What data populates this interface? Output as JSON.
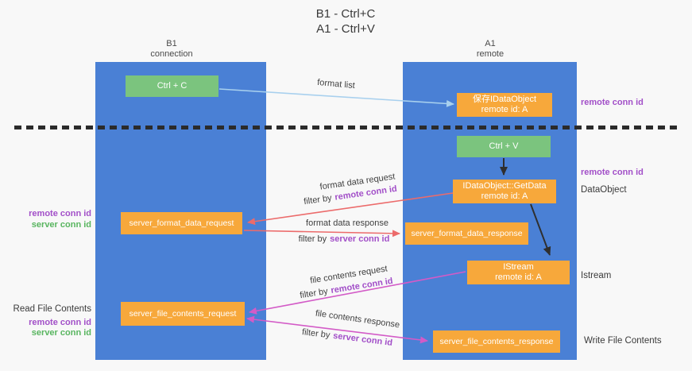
{
  "title": {
    "line1": "B1 - Ctrl+C",
    "line2": "A1 - Ctrl+V"
  },
  "lanes": {
    "left": {
      "name": "B1",
      "sub": "connection"
    },
    "right": {
      "name": "A1",
      "sub": "remote"
    }
  },
  "boxes": {
    "ctrl_c": {
      "label": "Ctrl + C"
    },
    "ctrl_v": {
      "label": "Ctrl + V"
    },
    "save_dataobject": {
      "line1": "保存IDataObject",
      "line2": "remote id: A"
    },
    "getdata": {
      "line1": "IDataObject::GetData",
      "line2": "remote id: A"
    },
    "istream": {
      "line1": "IStream",
      "line2": "remote id: A"
    },
    "format_request": {
      "label": "server_format_data_request"
    },
    "format_response": {
      "label": "server_format_data_response"
    },
    "file_request": {
      "label": "server_file_contents_request"
    },
    "file_response": {
      "label": "server_file_contents_response"
    }
  },
  "arrows": {
    "format_list": "format list",
    "format_data_request": "format data request",
    "format_data_response": "format data response",
    "file_contents_request": "file contents request",
    "file_contents_response": "file contents response",
    "filter_by": "filter by",
    "remote_conn_id": "remote conn id",
    "server_conn_id": "server conn id"
  },
  "annotations": {
    "remote_conn_id": "remote conn id",
    "server_conn_id": "server conn id",
    "dataobject": "DataObject",
    "istream": "Istream",
    "read_file_contents": "Read File Contents",
    "write_file_contents": "Write File Contents"
  },
  "colors": {
    "lane_blue": "#4a80d5",
    "box_green": "#7bc47e",
    "box_orange": "#f7a83b",
    "arrow_blue": "#a8d0ee",
    "arrow_red": "#ec6b6b",
    "arrow_magenta": "#d35bc7",
    "arrow_black": "#2f2f2f",
    "label_purple": "#a24fc8",
    "label_green": "#58b55f"
  }
}
